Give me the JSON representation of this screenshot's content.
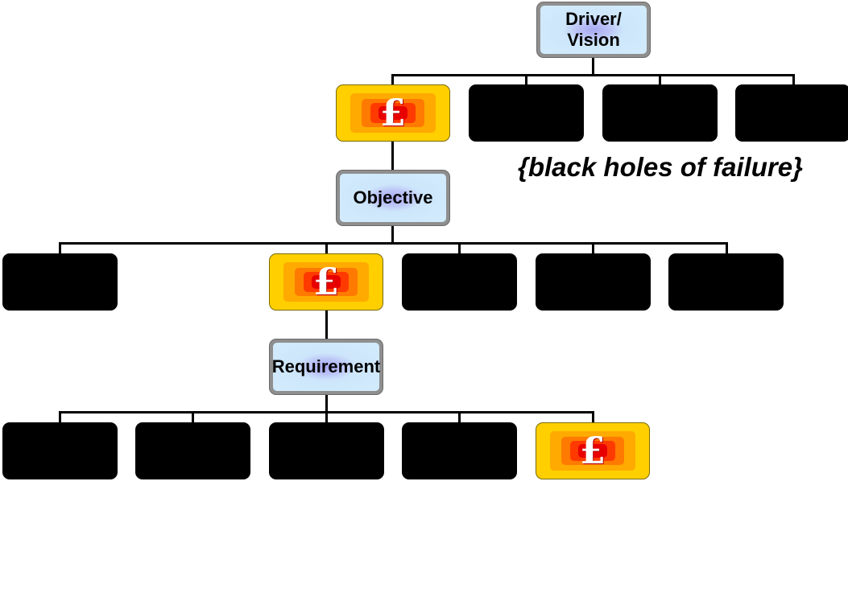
{
  "diagram": {
    "root": {
      "label": "Driver/\nVision"
    },
    "level2": {
      "label": "Objective"
    },
    "level3": {
      "label": "Requirement"
    },
    "funded_node": {
      "symbol": "£"
    },
    "annotation": "{black holes of failure}"
  },
  "colors": {
    "failure_box": "#000000",
    "label_box_fill": "#d2ecfc",
    "label_box_border": "#8f8f8f",
    "funded_box_outer": "#ffcf00",
    "funded_box_core": "#e80000",
    "connector": "#000000"
  }
}
